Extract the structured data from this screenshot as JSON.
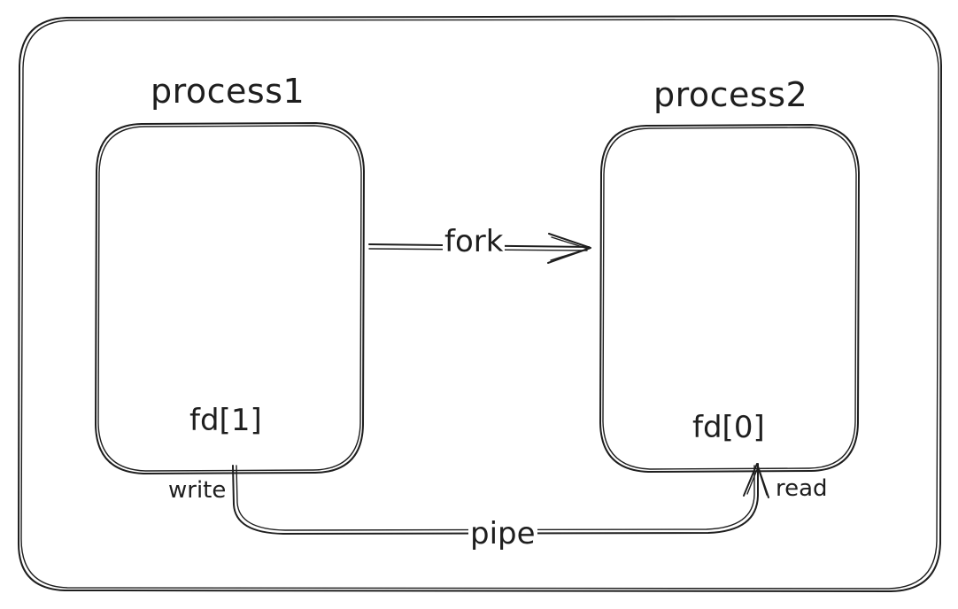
{
  "nodes": {
    "process1": {
      "title": "process1",
      "fd": "fd[1]"
    },
    "process2": {
      "title": "process2",
      "fd": "fd[0]"
    }
  },
  "edges": {
    "fork": {
      "label": "fork"
    },
    "pipe": {
      "label": "pipe",
      "start_label": "write",
      "end_label": "read"
    }
  }
}
